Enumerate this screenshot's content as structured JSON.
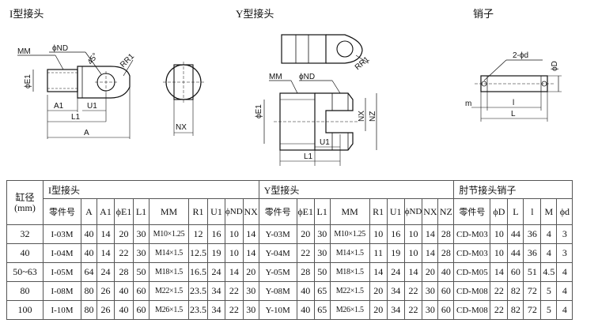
{
  "drawing_titles": {
    "i_joint": "I型接头",
    "y_joint": "Y型接头",
    "pin": "销子"
  },
  "drawing_labels": {
    "i_mm": "MM",
    "i_nd": "ϕND",
    "i_45": "45°",
    "i_rr1": "RR1",
    "i_e1": "ϕE1",
    "i_a1": "A1",
    "i_u1": "U1",
    "i_l1": "L1",
    "i_a": "A",
    "i_nx": "NX",
    "y_rr1": "RR1",
    "y_mm": "MM",
    "y_nd": "ϕND",
    "y_e1": "ϕE1",
    "y_nx": "NX",
    "y_nz": "NZ",
    "y_u1": "U1",
    "y_l1": "L1",
    "pin_d_count": "2-ϕd",
    "pin_D": "ϕD",
    "pin_m": "m",
    "pin_l": "l",
    "pin_L": "L"
  },
  "table": {
    "bore_header": "缸径\n(mm)",
    "group_i": "I型接头",
    "group_y": "Y型接头",
    "group_pin": "肘节接头销子",
    "i_columns": [
      "零件号",
      "A",
      "A1",
      "ϕE1",
      "L1",
      "MM",
      "R1",
      "U1",
      "ϕND",
      "NX"
    ],
    "y_columns": [
      "零件号",
      "ϕE1",
      "L1",
      "MM",
      "R1",
      "U1",
      "ϕND",
      "NX",
      "NZ"
    ],
    "pin_columns": [
      "零件号",
      "ϕD",
      "L",
      "l",
      "M",
      "ϕd"
    ],
    "rows": [
      {
        "bore": "32",
        "i": [
          "I-03M",
          "40",
          "14",
          "20",
          "30",
          "M10×1.25",
          "12",
          "16",
          "10",
          "14"
        ],
        "y": [
          "Y-03M",
          "20",
          "30",
          "M10×1.25",
          "10",
          "16",
          "10",
          "14",
          "28"
        ],
        "pin": [
          "CD-M03",
          "10",
          "44",
          "36",
          "4",
          "3"
        ]
      },
      {
        "bore": "40",
        "i": [
          "I-04M",
          "40",
          "14",
          "22",
          "30",
          "M14×1.5",
          "12.5",
          "19",
          "10",
          "14"
        ],
        "y": [
          "Y-04M",
          "22",
          "30",
          "M14×1.5",
          "11",
          "19",
          "10",
          "14",
          "28"
        ],
        "pin": [
          "CD-M03",
          "10",
          "44",
          "36",
          "4",
          "3"
        ]
      },
      {
        "bore": "50~63",
        "i": [
          "I-05M",
          "64",
          "24",
          "28",
          "50",
          "M18×1.5",
          "16.5",
          "24",
          "14",
          "20"
        ],
        "y": [
          "Y-05M",
          "28",
          "50",
          "M18×1.5",
          "14",
          "24",
          "14",
          "20",
          "40"
        ],
        "pin": [
          "CD-M05",
          "14",
          "60",
          "51",
          "4.5",
          "4"
        ]
      },
      {
        "bore": "80",
        "i": [
          "I-08M",
          "80",
          "26",
          "40",
          "60",
          "M22×1.5",
          "23.5",
          "34",
          "22",
          "30"
        ],
        "y": [
          "Y-08M",
          "40",
          "65",
          "M22×1.5",
          "20",
          "34",
          "22",
          "30",
          "60"
        ],
        "pin": [
          "CD-M08",
          "22",
          "82",
          "72",
          "5",
          "4"
        ]
      },
      {
        "bore": "100",
        "i": [
          "I-10M",
          "80",
          "26",
          "40",
          "60",
          "M26×1.5",
          "23.5",
          "34",
          "22",
          "30"
        ],
        "y": [
          "Y-10M",
          "40",
          "65",
          "M26×1.5",
          "20",
          "34",
          "22",
          "30",
          "60"
        ],
        "pin": [
          "CD-M08",
          "22",
          "82",
          "72",
          "5",
          "4"
        ]
      }
    ]
  }
}
